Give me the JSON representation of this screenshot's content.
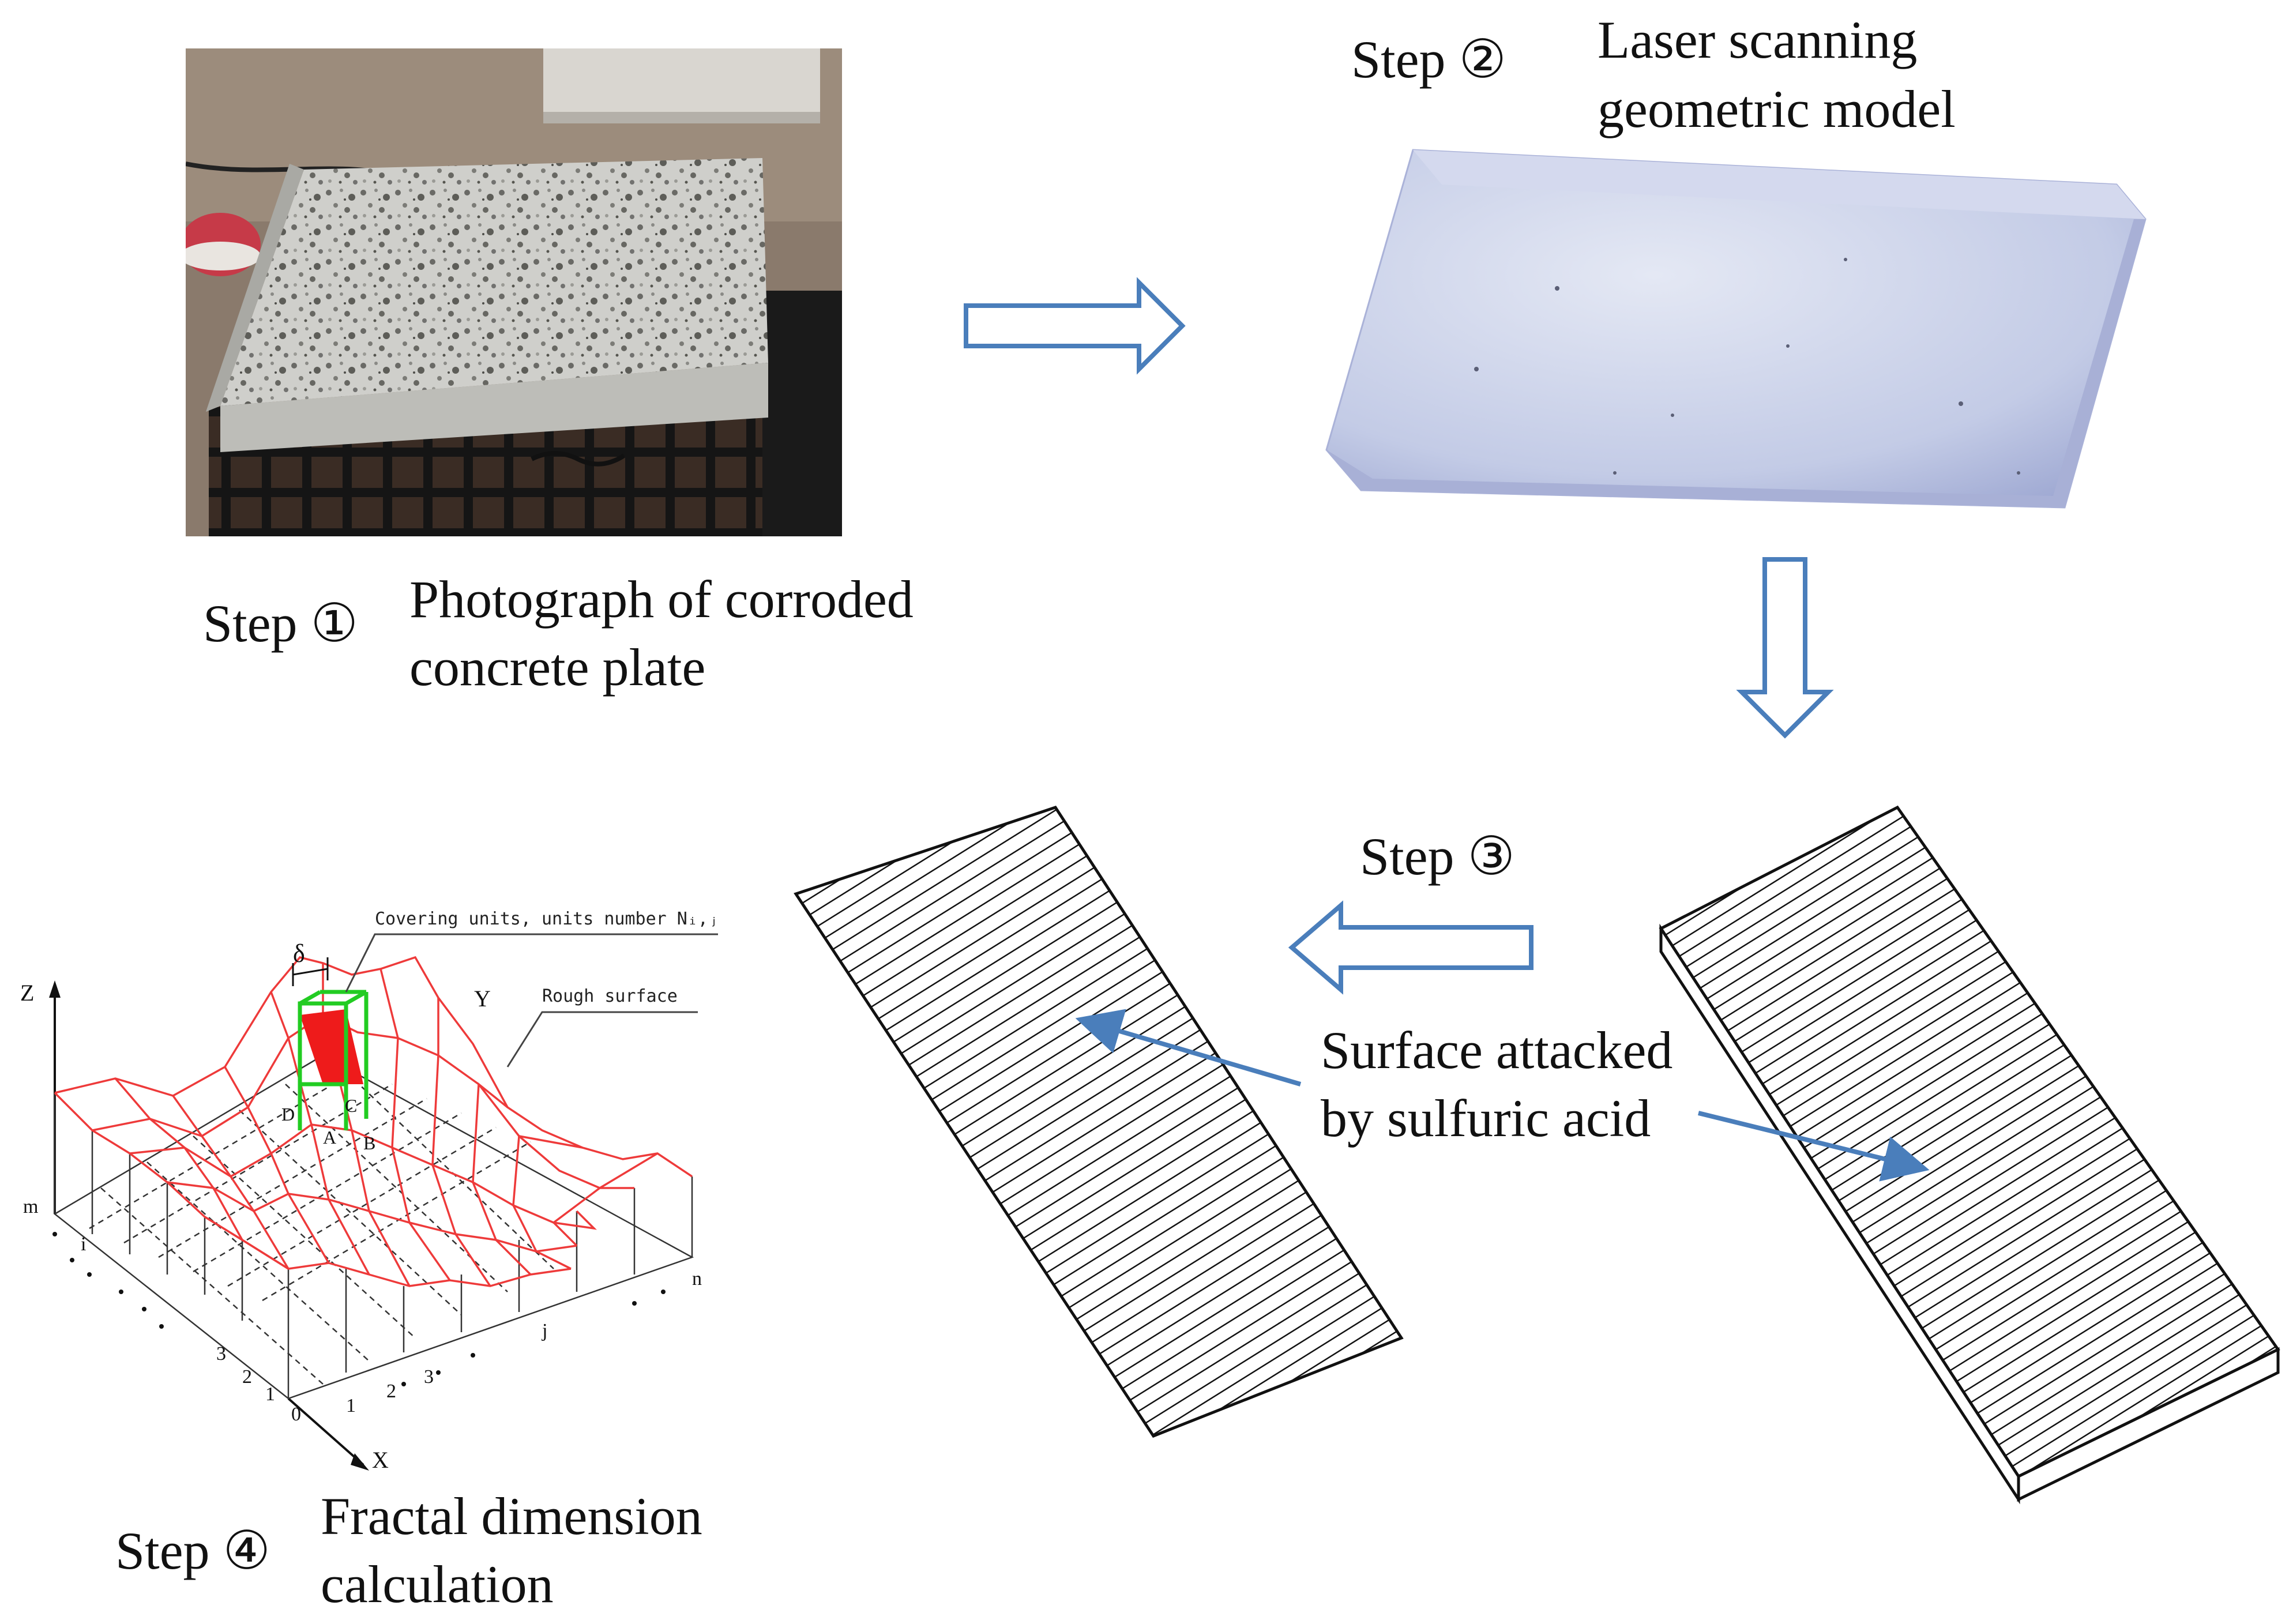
{
  "steps": {
    "step1": {
      "label": "Step ①",
      "caption_line1": "Photograph  of corroded",
      "caption_line2": "concrete plate"
    },
    "step2": {
      "label": "Step ②",
      "caption_line1": "Laser scanning",
      "caption_line2": "geometric model"
    },
    "step3": {
      "label": "Step ③",
      "annotation_line1": "Surface attacked",
      "annotation_line2": "by sulfuric acid"
    },
    "step4": {
      "label": "Step ④",
      "caption_line1": "Fractal dimension",
      "caption_line2": "calculation"
    }
  },
  "fractal_plot": {
    "callout_covering": "Covering units, units number Nᵢ,ⱼ",
    "callout_rough": "Rough surface",
    "delta": "δ",
    "axis_z": "Z",
    "axis_y": "Y",
    "axis_x": "X",
    "label_m": "m",
    "label_n": "n",
    "label_i": "i",
    "label_j": "j",
    "label_0": "0",
    "x_ticks": [
      "1",
      "2",
      "3"
    ],
    "y_ticks": [
      "1",
      "2",
      "3"
    ],
    "corner_a": "A",
    "corner_b": "B",
    "corner_c": "C",
    "corner_d": "D"
  },
  "colors": {
    "arrow_stroke": "#4a7ebb",
    "mesh_red": "#ee3a3a",
    "box_green": "#22cc22",
    "hatch": "#111111"
  }
}
